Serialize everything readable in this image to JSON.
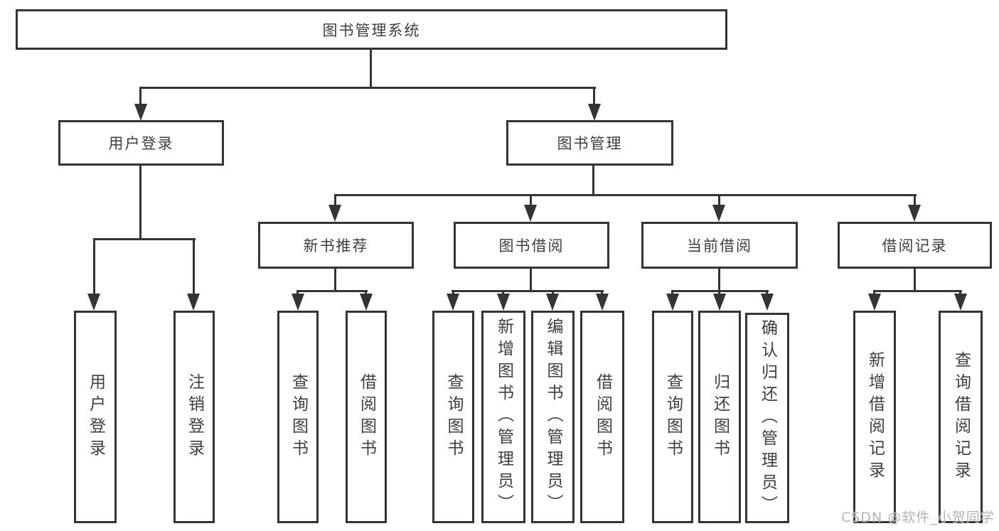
{
  "colors": {
    "background": "#ffffff",
    "line": "#343434",
    "box_border": "#343434",
    "text": "#3c3e40",
    "watermark": "#b3b3b3"
  },
  "tree": {
    "label": "图书管理系统",
    "children": [
      {
        "label": "用户登录",
        "children": [
          {
            "label": "用户登录"
          },
          {
            "label": "注销登录"
          }
        ]
      },
      {
        "label": "图书管理",
        "children": [
          {
            "label": "新书推荐",
            "children": [
              {
                "label": "查询图书"
              },
              {
                "label": "借阅图书"
              }
            ]
          },
          {
            "label": "图书借阅",
            "children": [
              {
                "label": "查询图书"
              },
              {
                "label": "新增图书（管理员）"
              },
              {
                "label": "编辑图书（管理员）"
              },
              {
                "label": "借阅图书"
              }
            ]
          },
          {
            "label": "当前借阅",
            "children": [
              {
                "label": "查询图书"
              },
              {
                "label": "归还图书"
              },
              {
                "label": "确认归还（管理员）"
              }
            ]
          },
          {
            "label": "借阅记录",
            "children": [
              {
                "label": "新增借阅记录"
              },
              {
                "label": "查询借阅记录"
              }
            ]
          }
        ]
      }
    ]
  },
  "watermark": {
    "text": "CSDN @软件_小贺同学"
  }
}
